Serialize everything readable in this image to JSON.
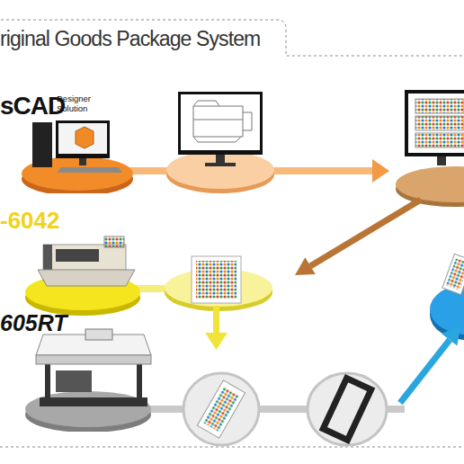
{
  "diagram": {
    "title": "riginal Goods Package System",
    "nodes": [
      {
        "text": [
          "sCAD",
          "Designer Solution"
        ]
      },
      {
        "text": [
          "-6042"
        ]
      },
      {
        "text": [
          "605RT"
        ]
      }
    ]
  }
}
